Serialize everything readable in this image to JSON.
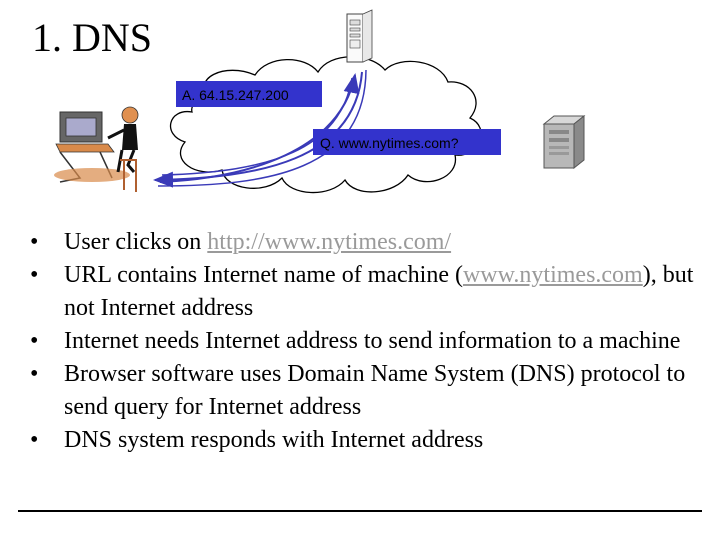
{
  "slide": {
    "title": "1. DNS",
    "answer_label": "A. 64.15.247.200",
    "query_label": "Q. www.nytimes.com?",
    "bullets": [
      {
        "before": "User clicks on ",
        "link": "http://www.nytimes.com/",
        "after": ""
      },
      {
        "before": "URL contains Internet name of machine (",
        "link": "www.nytimes.com",
        "after": "), but not Internet address"
      },
      {
        "before": "Internet needs Internet address to send information to a machine",
        "link": "",
        "after": ""
      },
      {
        "before": "Browser software uses Domain Name System (DNS) protocol to send query for Internet address",
        "link": "",
        "after": ""
      },
      {
        "before": "DNS system responds with Internet address",
        "link": "",
        "after": ""
      }
    ]
  },
  "colors": {
    "label_fill": "#3333cc",
    "arrow": "#3a3ab8",
    "link": "#9a9a9a"
  },
  "icons": [
    "user-at-computer-icon",
    "dns-server-icon",
    "web-server-icon",
    "internet-cloud-icon"
  ]
}
